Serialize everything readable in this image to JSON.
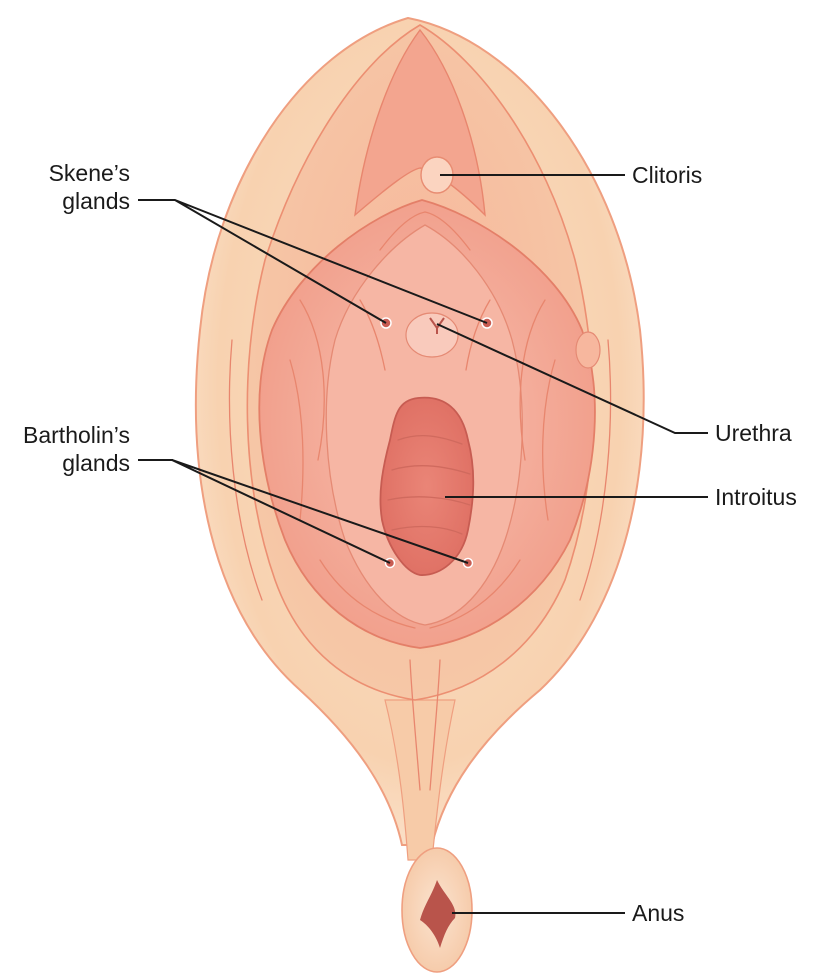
{
  "labels": {
    "skenes_line1": "Skene’s",
    "skenes_line2": "glands",
    "bartholins_line1": "Bartholin’s",
    "bartholins_line2": "glands",
    "clitoris": "Clitoris",
    "urethra": "Urethra",
    "introitus": "Introitus",
    "anus": "Anus"
  },
  "colors": {
    "outer_skin": "#f8d2b0",
    "labia_majora": "#f6bd9a",
    "labia_minora": "#f19a86",
    "vestibule": "#f5b2a0",
    "introitus": "#e3766a",
    "outline": "#e8866e",
    "leader_lines": "#1a1a1a"
  }
}
